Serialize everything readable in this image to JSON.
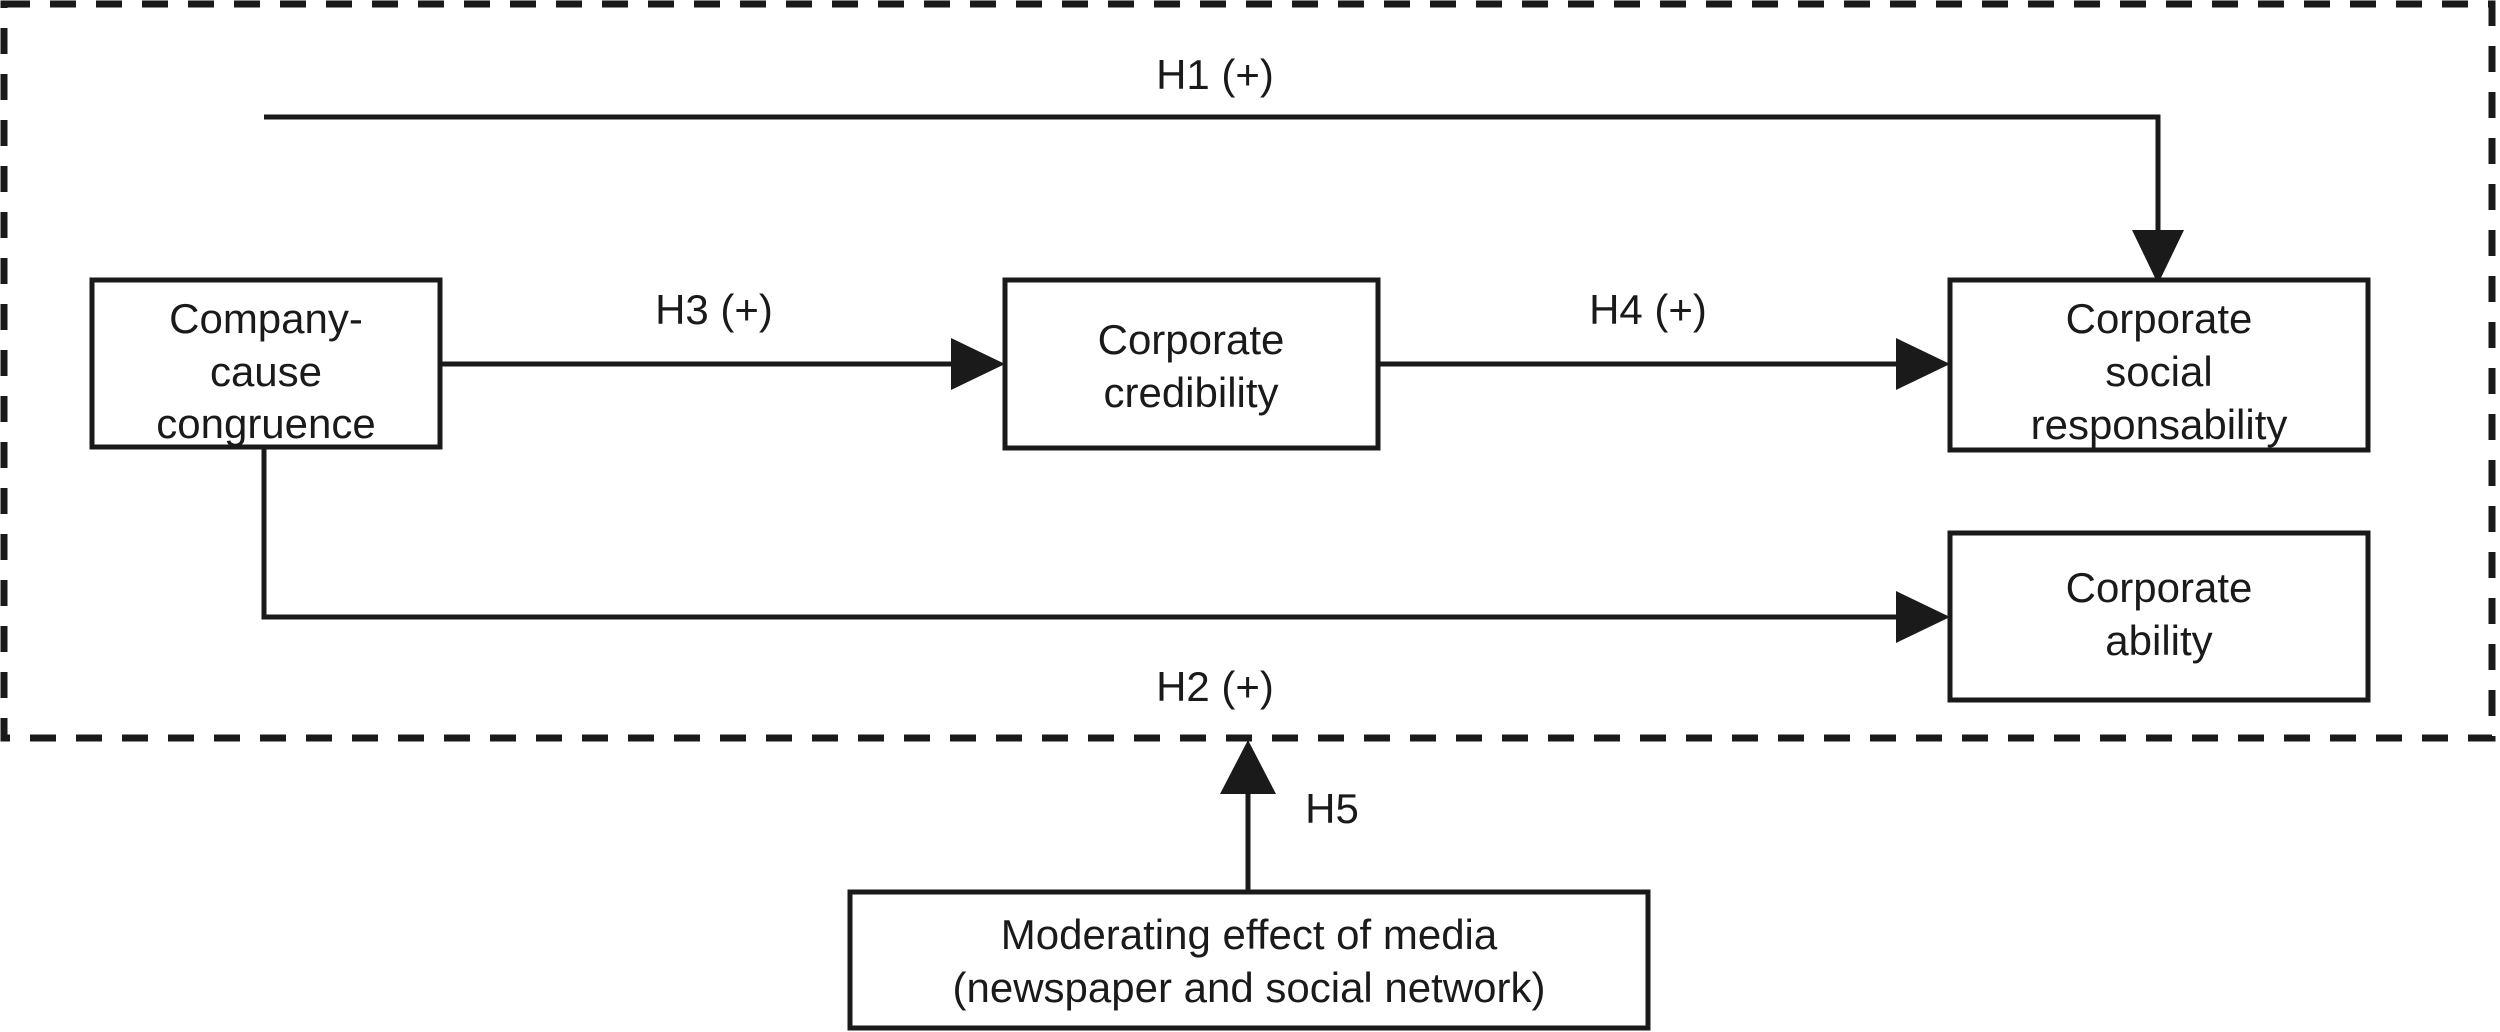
{
  "figure": {
    "type": "conceptual-research-model-diagram",
    "background_color": "#ffffff",
    "line_color": "#1a1a1a"
  },
  "boundary": {
    "name": "main-model-boundary",
    "style": "dashed"
  },
  "nodes": {
    "company_cause_congruence": {
      "lines": [
        "Company-",
        "cause",
        "congruence"
      ]
    },
    "corporate_credibility": {
      "lines": [
        "Corporate",
        "credibility"
      ]
    },
    "corporate_social_responsability": {
      "lines": [
        "Corporate",
        "social",
        "responsability"
      ]
    },
    "corporate_ability": {
      "lines": [
        "Corporate",
        "ability"
      ]
    },
    "moderating_effect": {
      "lines": [
        "Moderating effect of media",
        "(newspaper and social network)"
      ]
    }
  },
  "edges": {
    "h1": {
      "label": "H1 (+)",
      "from": "company_cause_congruence",
      "to": "corporate_social_responsability"
    },
    "h2": {
      "label": "H2 (+)",
      "from": "company_cause_congruence",
      "to": "corporate_ability"
    },
    "h3": {
      "label": "H3 (+)",
      "from": "company_cause_congruence",
      "to": "corporate_credibility"
    },
    "h4": {
      "label": "H4 (+)",
      "from": "corporate_credibility",
      "to": "corporate_social_responsability"
    },
    "h5": {
      "label": "H5",
      "from": "moderating_effect",
      "to": "boundary"
    }
  }
}
